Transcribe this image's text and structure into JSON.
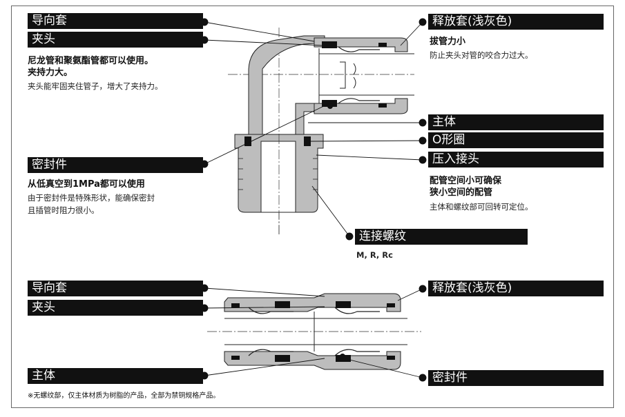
{
  "top": {
    "left_labels": {
      "guide": "导向套",
      "collet": "夹头",
      "collet_title": "尼龙管和聚氨酯管都可以使用。",
      "collet_title2": "夹持力大。",
      "collet_desc": "夹头能牢固夹住管子，增大了夹持力。",
      "seal": "密封件",
      "seal_title": "从低真空到1MPa都可以使用",
      "seal_desc1": "由于密封件是特殊形状，能确保密封",
      "seal_desc2": "且插管时阻力很小。"
    },
    "right_labels": {
      "release": "释放套(浅灰色)",
      "release_title": "拔管力小",
      "release_desc": "防止夹头对管的咬合力过大。",
      "body": "主体",
      "oring": "O形圈",
      "press": "压入接头",
      "press_title1": "配管空间小可确保",
      "press_title2": "狭小空间的配管",
      "press_desc": "主体和螺纹部可回转可定位。",
      "thread": "连接螺纹",
      "thread_types": "M, R, Rc"
    }
  },
  "bottom": {
    "guide": "导向套",
    "collet": "夹头",
    "body": "主体",
    "release": "释放套(浅灰色)",
    "seal": "密封件",
    "note": "※无螺纹部，仅主体材质为树脂的产品，全部为禁铜规格产品。"
  },
  "colors": {
    "label_bg": "#111111",
    "label_text": "#ffffff",
    "part_gray": "#bdbdbd",
    "seal_black": "#111111"
  }
}
